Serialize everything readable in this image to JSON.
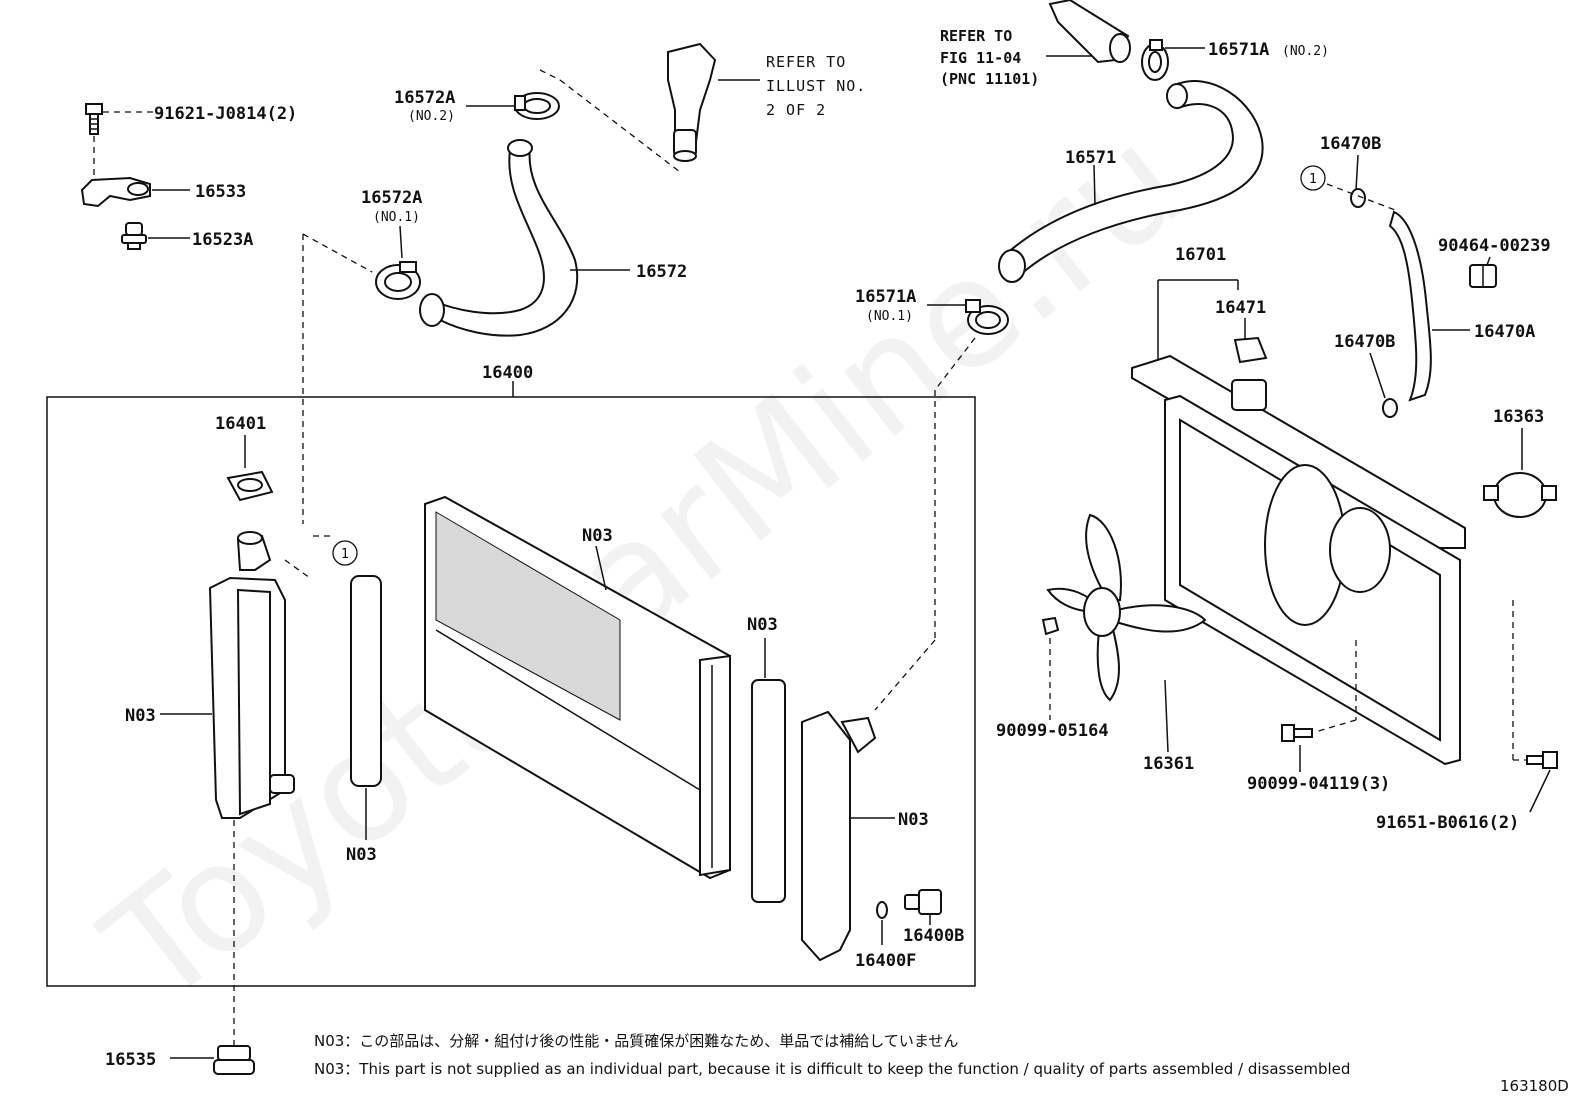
{
  "labels": {
    "p91621": "91621-J0814(2)",
    "p16533": "16533",
    "p16523A": "16523A",
    "p16572A_2": "16572A",
    "p16572A_2_sub": "(NO.2)",
    "p16572A_1": "16572A",
    "p16572A_1_sub": "(NO.1)",
    "p16572": "16572",
    "ref_illust": [
      "REFER TO",
      "ILLUST NO.",
      "2 OF 2"
    ],
    "ref_fig": [
      "REFER TO",
      "FIG 11-04",
      "(PNC 11101)"
    ],
    "p16571A_2": "16571A",
    "p16571A_2_sub": "(NO.2)",
    "p16571": "16571",
    "p16571A_1": "16571A",
    "p16571A_1_sub": "(NO.1)",
    "p16470B_top": "16470B",
    "p90464": "90464-00239",
    "p16470A": "16470A",
    "p16470B_mid": "16470B",
    "p16701": "16701",
    "p16471": "16471",
    "p16363": "16363",
    "p16400": "16400",
    "p16401": "16401",
    "n03_core": "N03",
    "n03_left_tank": "N03",
    "n03_left_gasket": "N03",
    "n03_right_gasket": "N03",
    "n03_right_tank": "N03",
    "p16400B": "16400B",
    "p16400F": "16400F",
    "p90099_05164": "90099-05164",
    "p16361": "16361",
    "p90099_04119": "90099-04119(3)",
    "p91651": "91651-B0616(2)",
    "p16535": "16535",
    "circle_ref": "1"
  },
  "notes": {
    "jp": "N03：この部品は、分解・組付け後の性能・品質確保が困難なため、単品では補給していません",
    "en": "N03：This part is not supplied as an individual part, because it is difficult to keep the function / quality of parts assembled / disassembled"
  },
  "figure_id": "163180D",
  "watermark": "ToyotaCarMine.ru"
}
